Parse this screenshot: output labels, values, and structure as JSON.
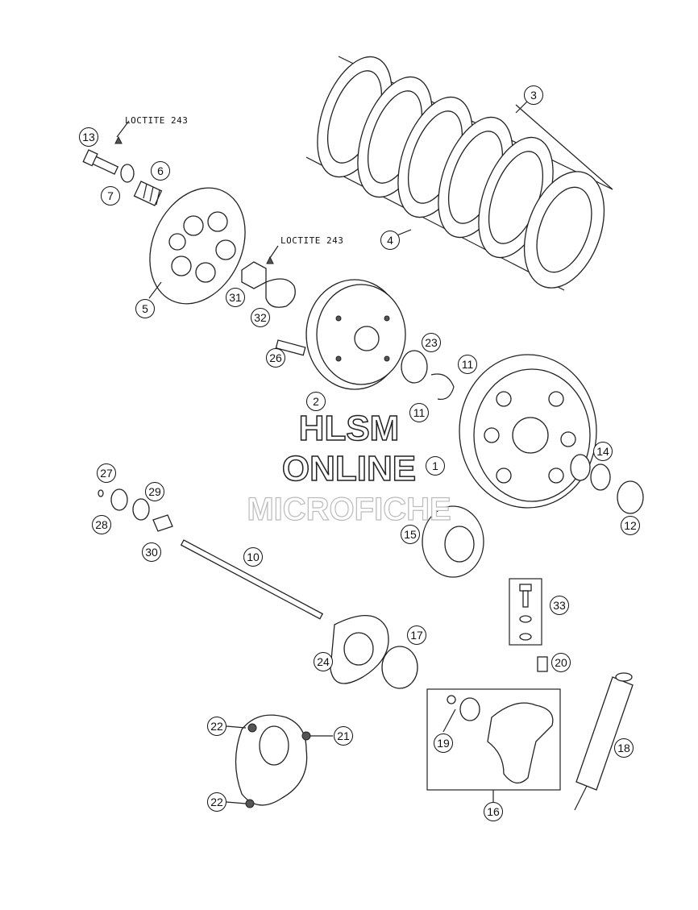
{
  "parts": [
    {
      "id": "c1",
      "label": "1"
    },
    {
      "id": "c2",
      "label": "2"
    },
    {
      "id": "c3",
      "label": "3"
    },
    {
      "id": "c4",
      "label": "4"
    },
    {
      "id": "c5",
      "label": "5"
    },
    {
      "id": "c6",
      "label": "6"
    },
    {
      "id": "c7",
      "label": "7"
    },
    {
      "id": "c10",
      "label": "10"
    },
    {
      "id": "c11a",
      "label": "11"
    },
    {
      "id": "c11b",
      "label": "11"
    },
    {
      "id": "c12",
      "label": "12"
    },
    {
      "id": "c13",
      "label": "13"
    },
    {
      "id": "c14",
      "label": "14"
    },
    {
      "id": "c15",
      "label": "15"
    },
    {
      "id": "c16",
      "label": "16"
    },
    {
      "id": "c17",
      "label": "17"
    },
    {
      "id": "c18",
      "label": "18"
    },
    {
      "id": "c19",
      "label": "19"
    },
    {
      "id": "c20",
      "label": "20"
    },
    {
      "id": "c21",
      "label": "21"
    },
    {
      "id": "c22a",
      "label": "22"
    },
    {
      "id": "c22b",
      "label": "22"
    },
    {
      "id": "c23",
      "label": "23"
    },
    {
      "id": "c24",
      "label": "24"
    },
    {
      "id": "c26",
      "label": "26"
    },
    {
      "id": "c27",
      "label": "27"
    },
    {
      "id": "c28",
      "label": "28"
    },
    {
      "id": "c29",
      "label": "29"
    },
    {
      "id": "c30",
      "label": "30"
    },
    {
      "id": "c31",
      "label": "31"
    },
    {
      "id": "c32",
      "label": "32"
    },
    {
      "id": "c33",
      "label": "33"
    }
  ],
  "notes": {
    "loctite_1": "LOCTITE 243",
    "loctite_2": "LOCTITE 243"
  },
  "watermark": {
    "line1": "HLSM",
    "line2": "ONLINE",
    "line3": "MICROFICHE"
  }
}
